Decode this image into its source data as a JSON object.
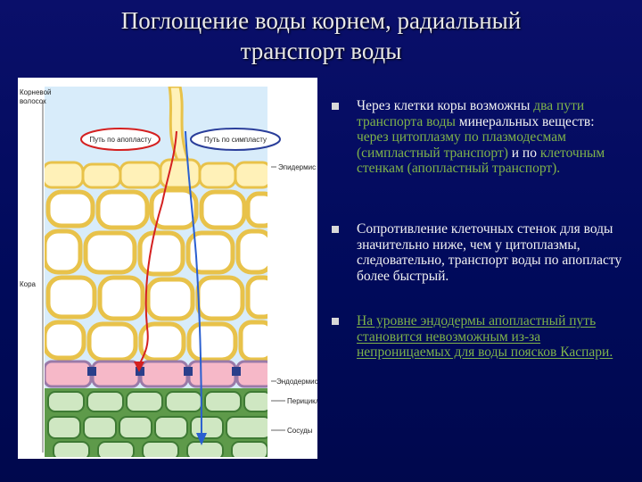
{
  "title": {
    "line1": "Поглощение воды корнем, радиальный",
    "line2": "транспорт воды"
  },
  "figure": {
    "labels": {
      "root_hair": [
        "Корневой",
        "волосок"
      ],
      "apoplast_path": "Путь по апопласту",
      "symplast_path": "Путь по симпласту",
      "epidermis": "Эпидермис",
      "cortex": "Кора",
      "endodermis": "Эндодермис",
      "pericycle": "Перицикл",
      "vessels": "Сосуды"
    },
    "colors": {
      "apoplast": "#d42020",
      "symplast": "#2a5fd0",
      "cell_wall": "#e8c24a",
      "stele": "#5e9a4a"
    }
  },
  "bullets": [
    {
      "parts": [
        {
          "text": "Через клетки коры возможны ",
          "color": "white"
        },
        {
          "text": "два пути транспорта воды",
          "color": "green"
        },
        {
          "text": " минеральных веществ: ",
          "color": "white"
        },
        {
          "text": "через цитоплазму по плазмодесмам (симпластный транспорт)",
          "color": "green"
        },
        {
          "text": " и по ",
          "color": "white"
        },
        {
          "text": "клеточным стенкам (апопластный транспорт).",
          "color": "green"
        }
      ]
    },
    {
      "parts": [
        {
          "text": "Сопротивление клеточных стенок для воды значительно ниже, чем у цитоплазмы, следовательно, транспорт воды по апопласту более быстрый.",
          "color": "white"
        }
      ]
    },
    {
      "parts": [
        {
          "text": "На уровне эндодермы апопластный путь становится невозможным из-за непроницаемых для воды поясков Каспари.",
          "color": "green",
          "underline": true
        }
      ]
    }
  ]
}
